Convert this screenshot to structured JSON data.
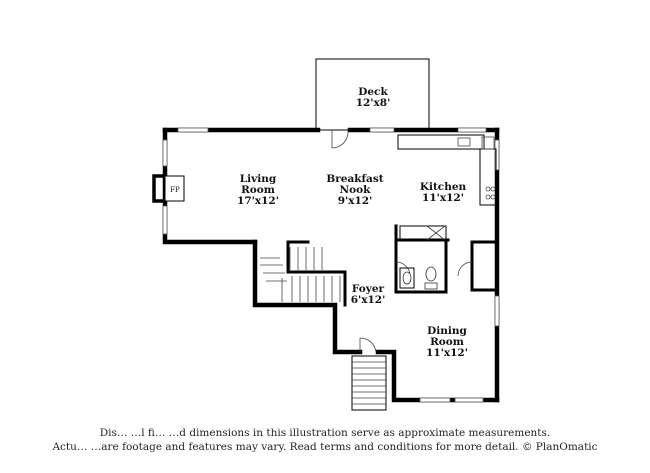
{
  "rooms": {
    "deck": {
      "name": "Deck",
      "size": "12'x8'"
    },
    "living": {
      "name1": "Living",
      "name2": "Room",
      "size": "17'x12'"
    },
    "nook": {
      "name1": "Breakfast",
      "name2": "Nook",
      "size": "9'x12'"
    },
    "kitchen": {
      "name": "Kitchen",
      "size": "11'x12'"
    },
    "foyer": {
      "name": "Foyer",
      "size": "6'x12'"
    },
    "dining": {
      "name1": "Dining",
      "name2": "Room",
      "size": "11'x12'"
    }
  },
  "fireplace": {
    "label": "FP"
  },
  "disclaimer": {
    "line1": "Dis… …l fi… …d dimensions in this illustration serve as approximate measurements.",
    "line2": "Actu… …are footage and features may vary. Read terms and conditions for more detail. © PlanOmatic"
  }
}
